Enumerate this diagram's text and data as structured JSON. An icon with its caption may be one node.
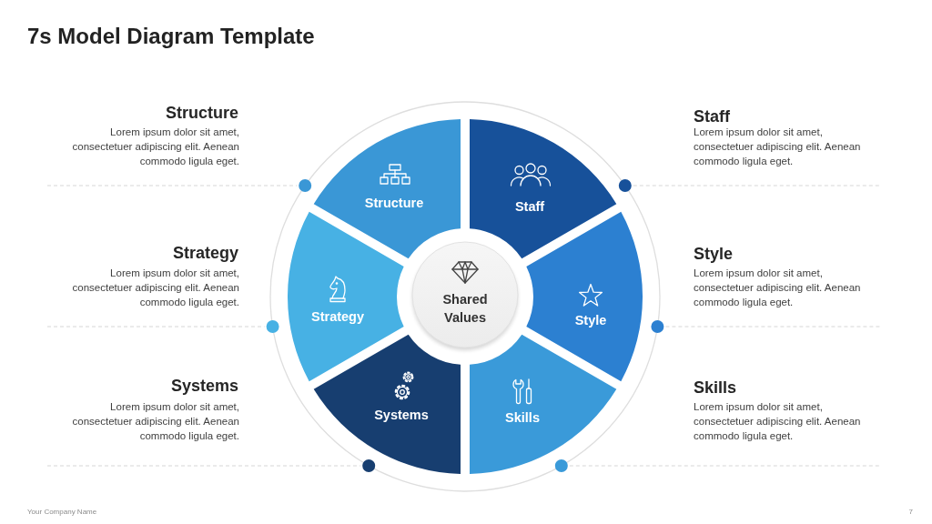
{
  "diagram": {
    "title": "7s Model Diagram Template",
    "nodes": [
      {
        "text": [
          "Structure"
        ]
      },
      {
        "text": [
          "Staff"
        ]
      },
      {
        "text": [
          "Strategy"
        ]
      },
      {
        "text": [
          "Shared Values"
        ]
      },
      {
        "text": [
          "Style"
        ]
      },
      {
        "text": [
          "Systems"
        ]
      },
      {
        "text": [
          "Skills"
        ]
      }
    ],
    "labels": [
      "Structure",
      "Lorem ipsum dolor sit amet, consectetuer adipiscing elit. Aenean commodo ligula eget.",
      "Staff",
      "Lorem ipsum dolor sit amet, consectetuer adipiscing elit. Aenean commodo ligula eget.",
      "Strategy",
      "Lorem ipsum dolor sit amet, consectetuer adipiscing elit. Aenean commodo ligula eget.",
      "Style",
      "Lorem ipsum dolor sit amet, consectetuer adipiscing elit. Aenean commodo ligula eget.",
      "Systems",
      "Lorem ipsum dolor sit amet, consectetuer adipiscing elit. Aenean commodo ligula eget.",
      "Skills",
      "Lorem ipsum dolor sit amet, consectetuer adipiscing elit. Aenean commodo ligula eget.",
      "Your Company Name",
      "7"
    ]
  }
}
